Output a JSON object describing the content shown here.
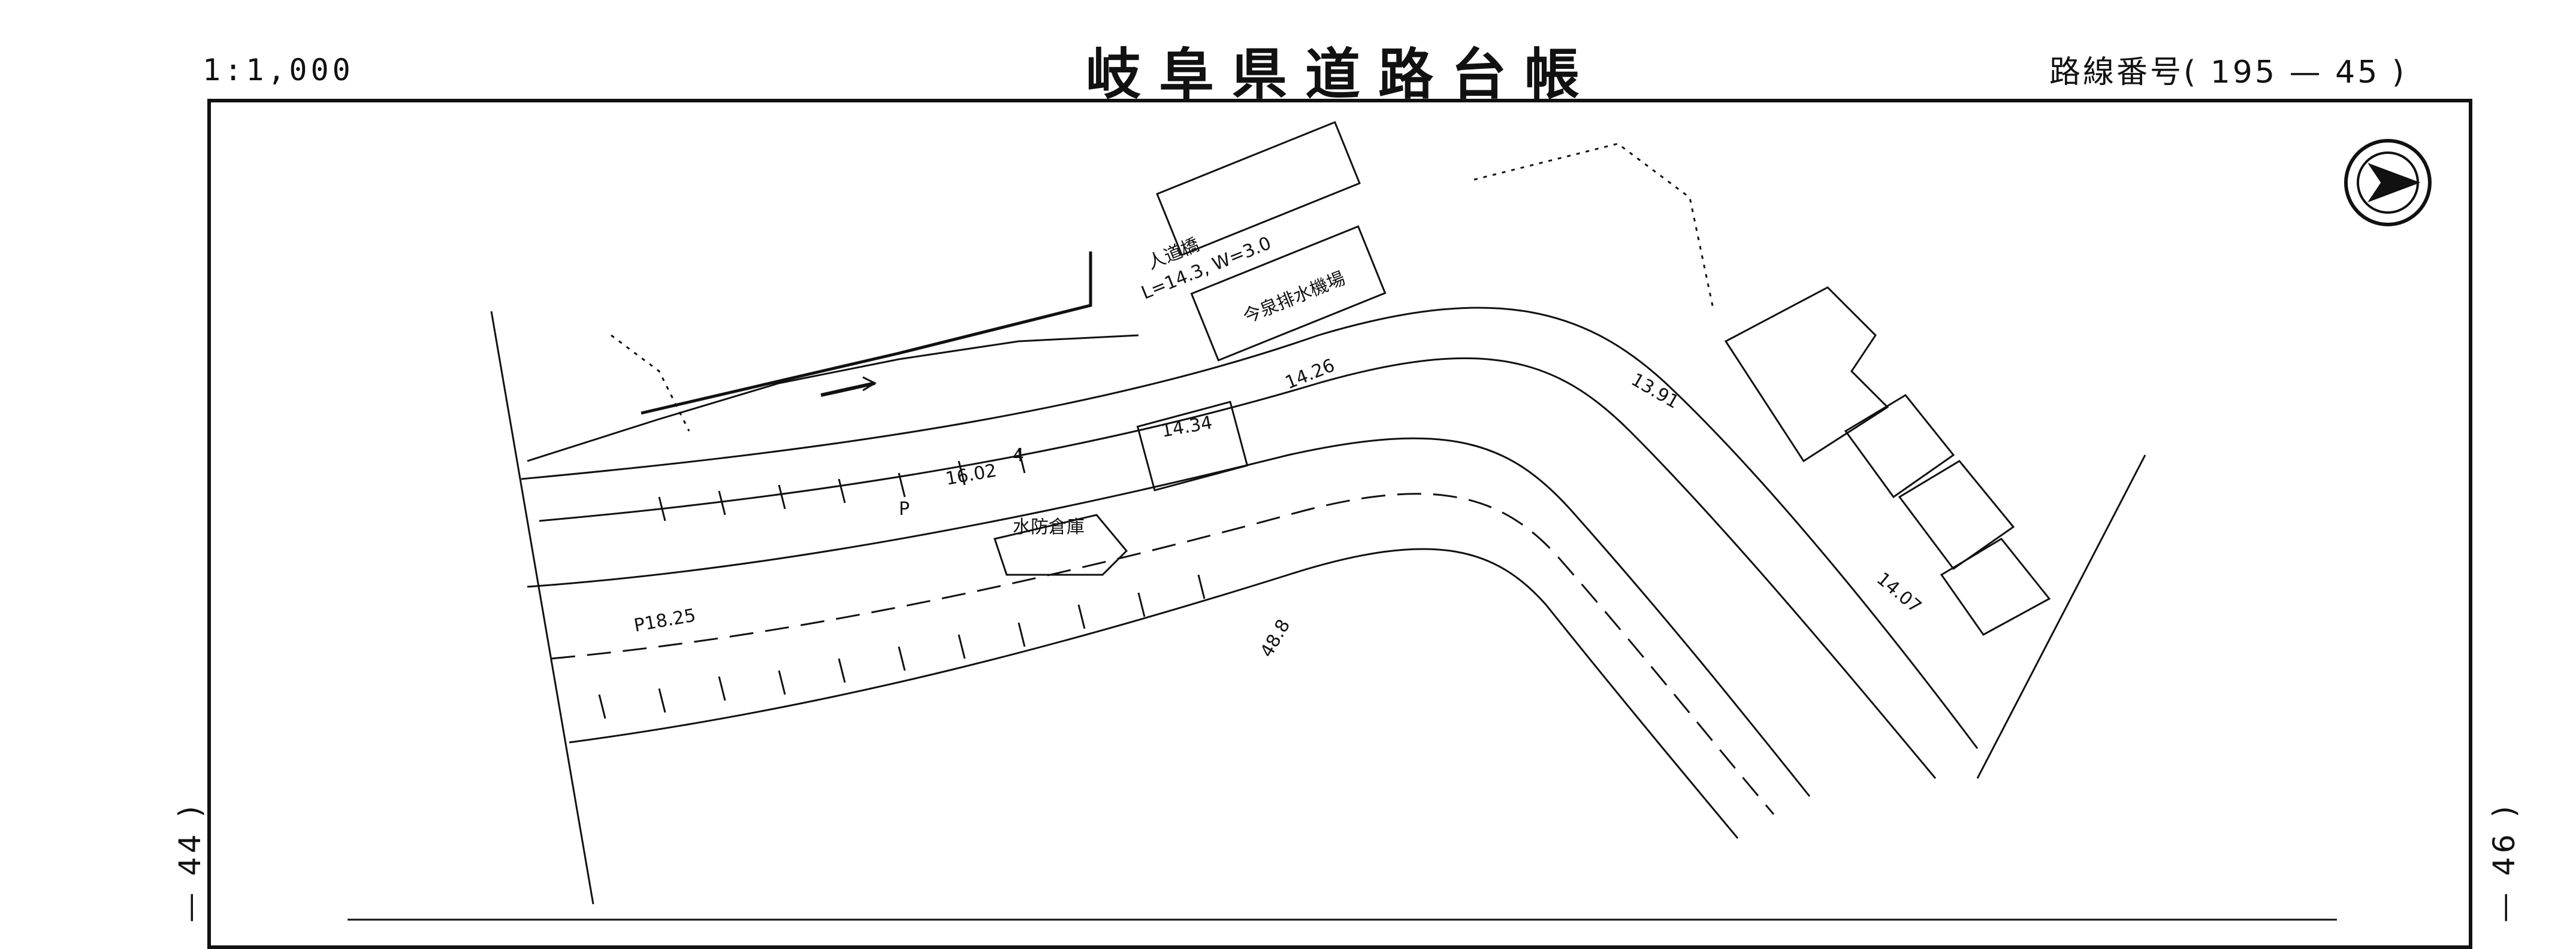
{
  "header": {
    "scale": "1:1,000",
    "title": "岐阜県道路台帳",
    "route_label": "路線番号",
    "route_open": "(",
    "route_number": "195 — 45",
    "route_close": ")"
  },
  "side_labels": {
    "left": "— 44 )",
    "right": "— 46 )"
  },
  "map": {
    "facility_pump": "今泉排水機場",
    "bridge_name": "人道橋",
    "bridge_dims": "L=14.3, W=3.0",
    "storehouse": "水防倉庫",
    "dim_16_02": "16.02",
    "dim_14_34": "14.34",
    "dim_14_26": "14.26",
    "dim_13_91": "13.91",
    "dim_14_07": "14.07",
    "dim_p18_25": "P18.25",
    "dim_48_8": "48.8",
    "label_4": "4",
    "label_p": "P",
    "north_symbol": "north-arrow"
  },
  "colors": {
    "line": "#111111",
    "background": "#ffffff"
  }
}
